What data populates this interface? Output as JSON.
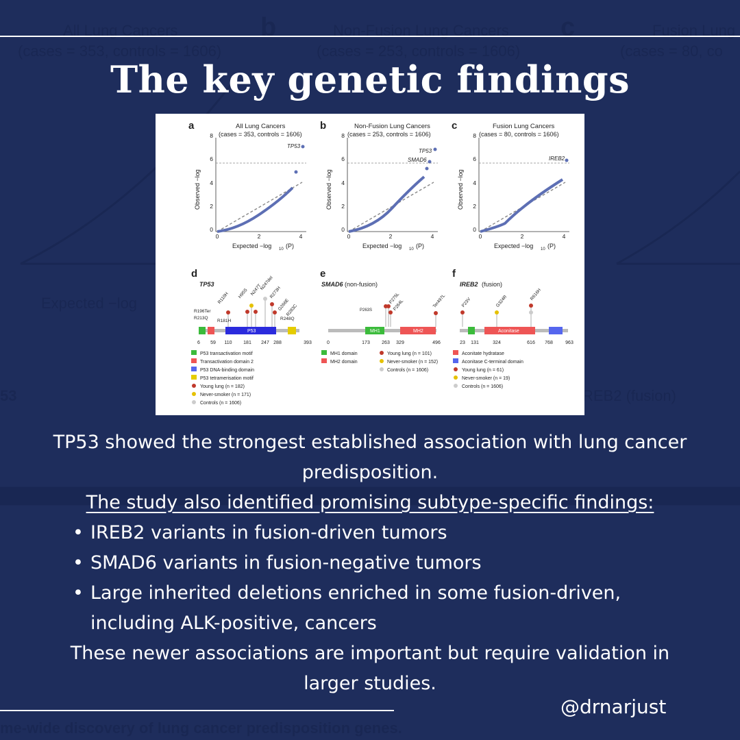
{
  "page": {
    "title": "The key genetic findings",
    "handle": "@drnarjust",
    "colors": {
      "background": "#1e2d5c",
      "text": "#ffffff"
    }
  },
  "text": {
    "lead": "TP53 showed the strongest established association with lung cancer predisposition.",
    "subheading": "The study also identified promising subtype-specific findings:",
    "bullets": [
      "IREB2 variants in fusion-driven tumors",
      "SMAD6 variants in fusion-negative tumors",
      "Large inherited deletions enriched in some fusion-driven, including ALK-positive, cancers"
    ],
    "closing": "These newer associations are important but require validation in larger studies."
  },
  "background_ghost": {
    "panel_b": "b",
    "panel_c": "c",
    "title_a": "All Lung Cancers",
    "title_b": "Non-Fusion Lung Cancers",
    "title_c": "Fusion Lung",
    "sub_a": "(cases = 353, controls = 1606)",
    "sub_b": "(cases = 253, controls = 1606)",
    "sub_c": "(cases = 80, co",
    "footer": "me-wide discovery of lung cancer predisposition genes."
  },
  "figure": {
    "qq_panels": [
      {
        "letter": "a",
        "title": "All Lung Cancers",
        "subtitle": "(cases = 353, controls = 1606)",
        "top_gene": "TP53"
      },
      {
        "letter": "b",
        "title": "Non-Fusion Lung Cancers",
        "subtitle": "(cases = 253, controls = 1606)",
        "top_gene": "TP53",
        "second_gene": "SMAD6"
      },
      {
        "letter": "c",
        "title": "Fusion Lung Cancers",
        "subtitle": "(cases = 80, controls = 1606)",
        "top_gene": "IREB2"
      }
    ],
    "qq_xlabel": "Expected −log",
    "qq_ylabel": "Observed −log",
    "qq_x_ticks": [
      "0",
      "2",
      "4"
    ],
    "qq_y_ticks": [
      "0",
      "2",
      "4",
      "6",
      "8"
    ],
    "lollipops": [
      {
        "letter": "d",
        "gene": "TP53",
        "gene_suffix": "",
        "positions": [
          "6",
          "59",
          "110",
          "181",
          "247",
          "288",
          "393"
        ],
        "variants": [
          "R110H",
          "H95S",
          "N247T",
          "N247del",
          "R273H",
          "G266E",
          "R283C",
          "R248Q",
          "R181H",
          "R196Ter",
          "R213Q"
        ],
        "domain_label": "P53",
        "legend": [
          "P53 transactivation motif",
          "Transactivation domain 2",
          "P53 DNA-binding domain",
          "P53 tetramerisation motif",
          "Young lung (n = 182)",
          "Never-smoker (n = 171)",
          "Controls (n = 1606)"
        ]
      },
      {
        "letter": "e",
        "gene": "SMAD6",
        "gene_suffix": " (non-fusion)",
        "positions": [
          "0",
          "173",
          "263",
          "329",
          "496"
        ],
        "variants": [
          "P263S",
          "P275L",
          "P264L",
          "Ter497L"
        ],
        "domain_labels": [
          "MH1",
          "MH2"
        ],
        "legend": [
          "MH1 domain",
          "MH2 domain",
          "Young lung (n = 101)",
          "Never-smoker (n = 152)",
          "Controls (n = 1606)"
        ]
      },
      {
        "letter": "f",
        "gene": "IREB2",
        "gene_suffix": " (fusion)",
        "positions": [
          "23",
          "131",
          "324",
          "616",
          "768",
          "963"
        ],
        "variants": [
          "P23V",
          "G324R",
          "R616H"
        ],
        "domain_label": "Aconitase",
        "legend": [
          "Aconitate hydratase",
          "Aconitase C-terminal domain",
          "Young lung (n = 61)",
          "Never-smoker (n = 19)",
          "Controls (n = 1606)"
        ]
      }
    ]
  }
}
